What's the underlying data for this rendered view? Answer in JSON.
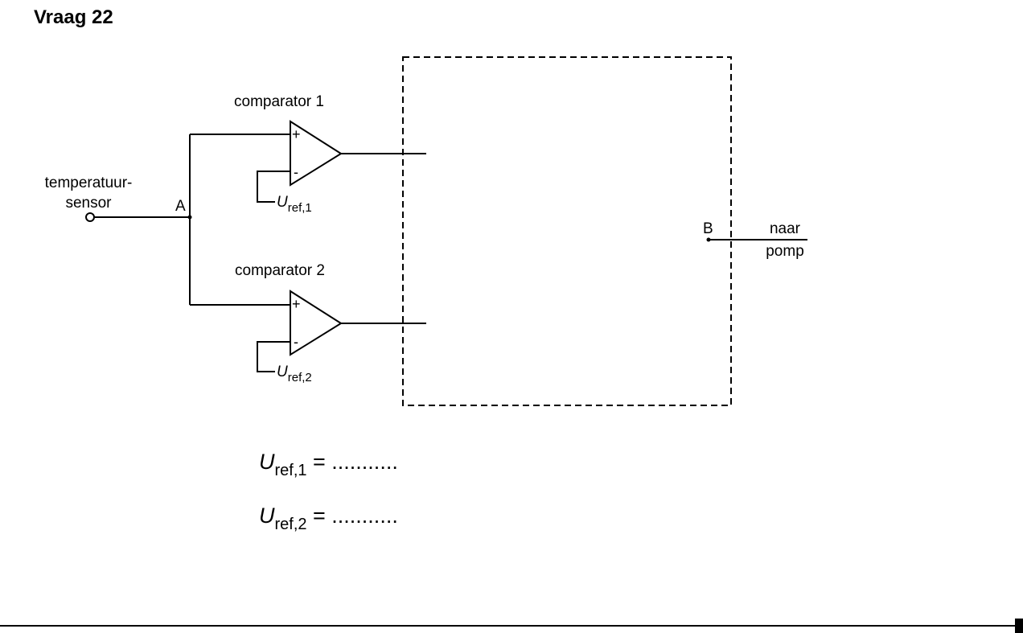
{
  "title": "Vraag 22",
  "diagram": {
    "sensor_label_line1": "temperatuur-",
    "sensor_label_line2": "sensor",
    "node_a": "A",
    "node_b": "B",
    "comparator1_label": "comparator 1",
    "comparator2_label": "comparator 2",
    "plus_sign": "+",
    "minus_sign": "-",
    "u_symbol": "U",
    "ref1_sub": "ref,1",
    "ref2_sub": "ref,2",
    "output_label_line1": "naar",
    "output_label_line2": "pomp"
  },
  "answers": {
    "line1_symbol": "U",
    "line1_sub": "ref,1",
    "line1_rest": " = ...........",
    "line2_symbol": "U",
    "line2_sub": "ref,2",
    "line2_rest": " = ..........."
  }
}
